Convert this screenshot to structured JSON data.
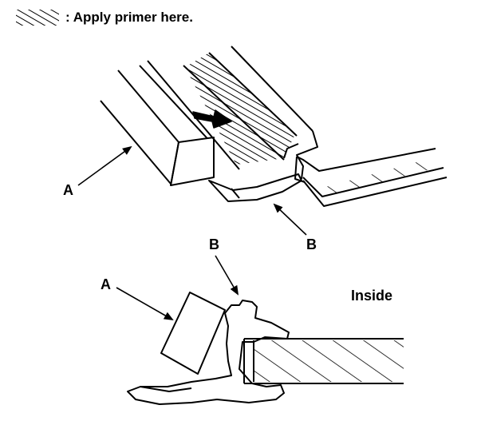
{
  "legend": {
    "text": ": Apply primer here.",
    "icon": "hatch-swatch-icon"
  },
  "labels": {
    "upper_a": "A",
    "upper_b": "B",
    "lower_a": "A",
    "lower_b": "B",
    "inside": "Inside"
  },
  "colors": {
    "ink": "#000000",
    "paper": "#ffffff"
  }
}
